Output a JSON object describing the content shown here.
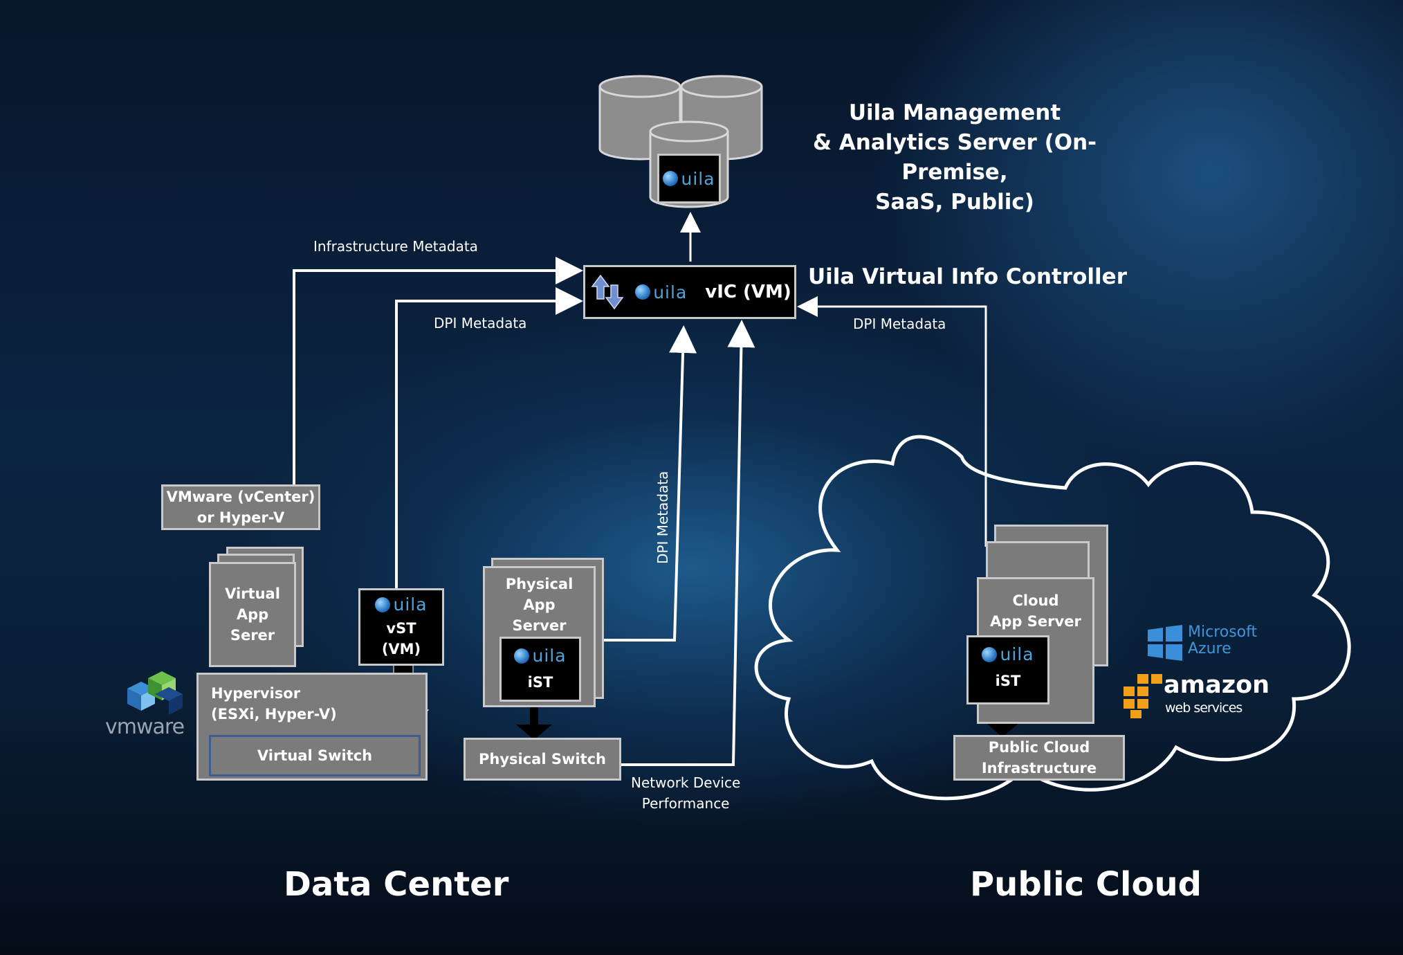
{
  "management_server": {
    "title": "Uila Management\n& Analytics Server (On-Premise,\nSaaS, Public)",
    "logo": "uila"
  },
  "vic": {
    "logo": "uila",
    "label": "vIC (VM)",
    "title": "Uila Virtual Info Controller"
  },
  "flow_labels": {
    "infra_metadata": "Infrastructure  Metadata",
    "dpi_left": "DPI Metadata",
    "dpi_right": "DPI Metadata",
    "dpi_vertical": "DPI Metadata",
    "network_perf": "Network Device\nPerformance"
  },
  "data_center": {
    "title": "Data Center",
    "vmware_box": "VMware (vCenter)\nor  Hyper-V",
    "virtual_app_server": "Virtual\nApp\nSerer",
    "hypervisor": "Hypervisor\n(ESXi, Hyper-V)",
    "virtual_switch": "Virtual Switch",
    "vst_logo": "uila",
    "vst_label": "vST\n(VM)",
    "physical_app_server": "Physical\nApp\nServer",
    "ist_logo": "uila",
    "ist_label": "iST",
    "physical_switch": "Physical Switch",
    "vmware_logo": "vmware"
  },
  "public_cloud": {
    "title": "Public Cloud",
    "cloud_app_server": "Cloud\nApp Server",
    "ist_logo": "uila",
    "ist_label": "iST",
    "infrastructure": "Public Cloud\nInfrastructure",
    "azure_logo": "Microsoft\nAzure",
    "aws_logo_main": "amazon",
    "aws_logo_sub": "web services"
  },
  "colors": {
    "box_fill": "#7b7b7b",
    "box_border": "#c9c9c9",
    "uila_blue": "#4aa6dc",
    "db_fill": "#8d8d8d"
  }
}
